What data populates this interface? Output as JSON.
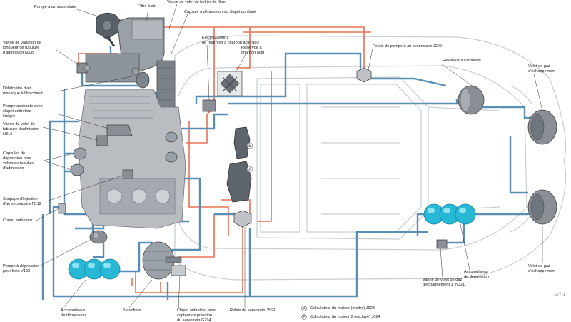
{
  "colors": {
    "vacuum_line": "#5a8fb3",
    "pressure_line": "#e57356",
    "car_outline": "#c9cdd2",
    "component_fill": "#8a8f96",
    "accumulator": "#27b8d6",
    "labels": "#1a1a1a"
  },
  "labels": {
    "pompe_air_secondaire": "Pompe à air secondaire",
    "filtre_air": "Filtre à air",
    "vanne_volet_boitier": "Vanne de volet de boîtier de filtre",
    "capsule_clapet_combine": "Capsule à dépression du clapet combiné",
    "vanne_variation": "Vanne de variation de\nlongueur de tubulure\nd'admission N335",
    "electrovanne": "Electrovanne 1\nde réservoir à charbon actif N80",
    "reservoir_charbon": "Réservoir à\ncharbon actif",
    "relais_pompe_air": "Relais de pompe à air secondaire J299",
    "reservoir_carburant": "Réservoir à carburant",
    "volet_gaz_top": "Volet de gaz\nd'échappement",
    "debitmetre": "Débitmètre d'air\nmassique à film chaud",
    "pompe_aspirante": "Pompe aspirante avec\nclapet antiretour\nintégré",
    "vanne_volet_tubulure": "Vanne de volet de\ntubulure d'admission\nN316",
    "capsules_depression": "Capsules de\ndépression pour\nvolets de tubulure\nd'admission",
    "soupape_injection": "Soupape d'injection\nd'air secondaire N112",
    "clapet_antiretour": "Clapet antiretour",
    "pompe_depression": "Pompe à dépression\npour frein V192",
    "accumulateur_bas": "Accumulateur\nde dépression",
    "servofrein": "Servofrein",
    "clapet_capteur": "Clapet antiretour avec\ncapteur de pression\ndu servofrein G294",
    "relais_servofrein": "Relais de servofrein J569",
    "calc_a": "Calculateur du moteur (maître) J623",
    "calc_b": "Calculateur du moteur 2 (esclave) J624",
    "vanne_volet_gaz_1": "Vanne de volet de gaz\nd'échappement 1  N321",
    "accumulateur_droite": "Accumulateur\nde dépression",
    "volet_gaz_bottom": "Volet de gaz\nd'échappement"
  },
  "legend": {
    "a": "A",
    "b": "B"
  },
  "figure_ref": "377_1"
}
